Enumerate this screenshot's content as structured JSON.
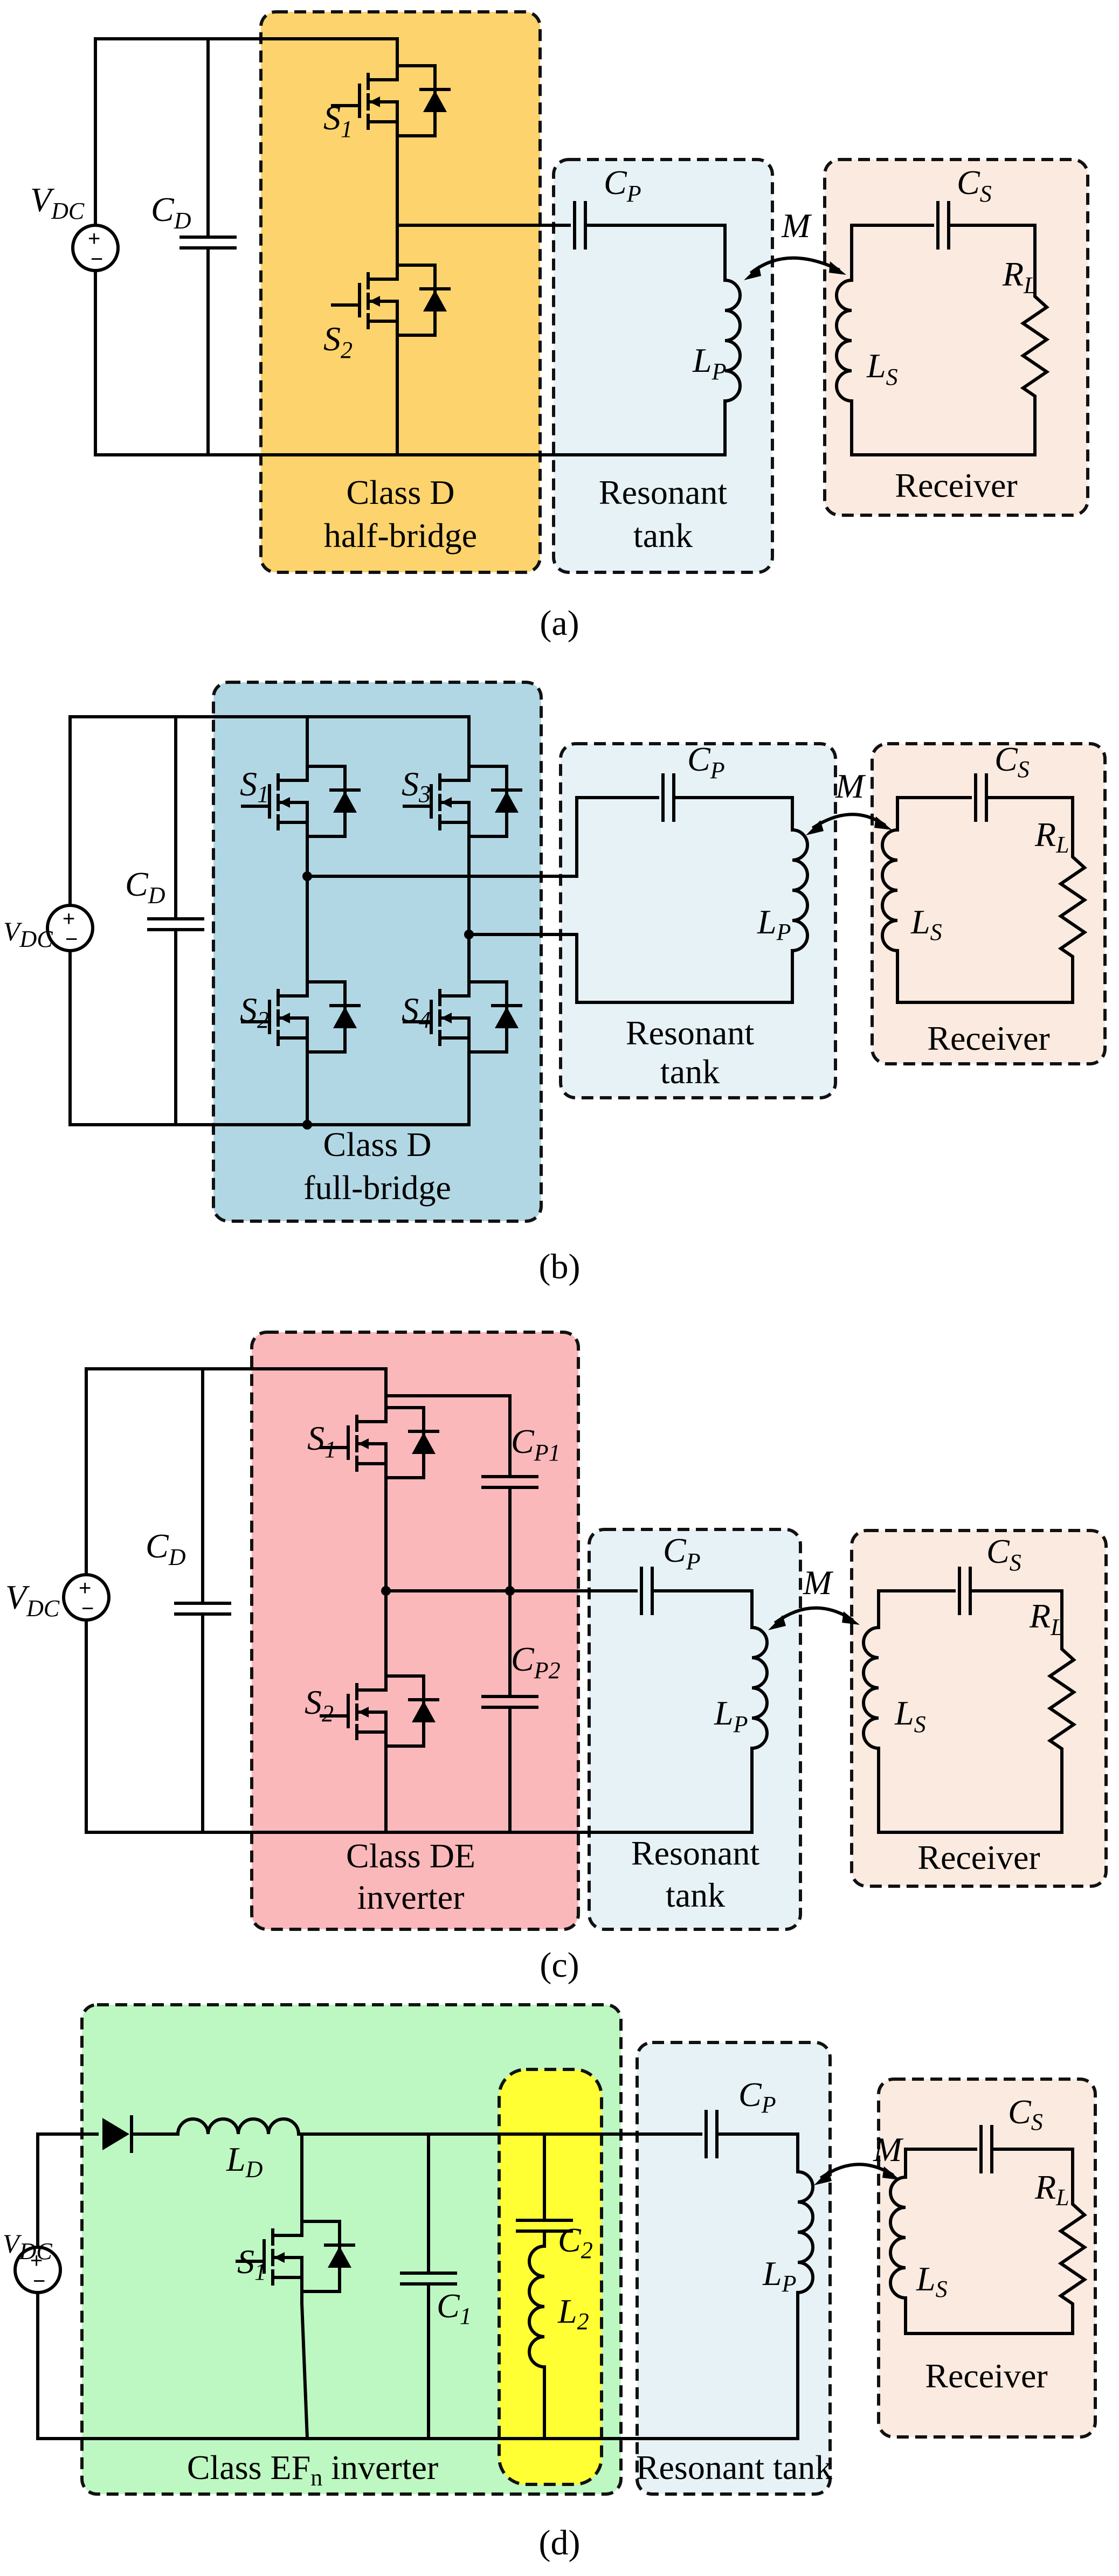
{
  "colors": {
    "class_d_half": "#FCD36C",
    "class_d_full": "#B2D7E4",
    "class_de": "#FBB8BA",
    "class_ef": "#BDF7C1",
    "ef_filter": "#FFFF33",
    "resonant_tank": "#E6F2F6",
    "receiver": "#FAEAE0"
  },
  "panel_a": {
    "caption": "(a)",
    "vdc": {
      "main": "V",
      "sub": "DC"
    },
    "cd": {
      "main": "C",
      "sub": "D"
    },
    "s1": {
      "main": "S",
      "sub": "1"
    },
    "s2": {
      "main": "S",
      "sub": "2"
    },
    "cp": {
      "main": "C",
      "sub": "P"
    },
    "lp": {
      "main": "L",
      "sub": "P"
    },
    "m": "M",
    "cs": {
      "main": "C",
      "sub": "S"
    },
    "ls": {
      "main": "L",
      "sub": "S"
    },
    "rl": {
      "main": "R",
      "sub": "L"
    },
    "inverter_line1": "Class D",
    "inverter_line2": "half-bridge",
    "tank_line1": "Resonant",
    "tank_line2": "tank",
    "receiver": "Receiver"
  },
  "panel_b": {
    "caption": "(b)",
    "vdc": {
      "main": "V",
      "sub": "DC"
    },
    "cd": {
      "main": "C",
      "sub": "D"
    },
    "s1": {
      "main": "S",
      "sub": "1"
    },
    "s2": {
      "main": "S",
      "sub": "2"
    },
    "s3": {
      "main": "S",
      "sub": "3"
    },
    "s4": {
      "main": "S",
      "sub": "4"
    },
    "cp": {
      "main": "C",
      "sub": "P"
    },
    "lp": {
      "main": "L",
      "sub": "P"
    },
    "m": "M",
    "cs": {
      "main": "C",
      "sub": "S"
    },
    "ls": {
      "main": "L",
      "sub": "S"
    },
    "rl": {
      "main": "R",
      "sub": "L"
    },
    "inverter_line1": "Class D",
    "inverter_line2": "full-bridge",
    "tank_line1": "Resonant",
    "tank_line2": "tank",
    "receiver": "Receiver"
  },
  "panel_c": {
    "caption": "(c)",
    "vdc": {
      "main": "V",
      "sub": "DC"
    },
    "cd": {
      "main": "C",
      "sub": "D"
    },
    "s1": {
      "main": "S",
      "sub": "1"
    },
    "s2": {
      "main": "S",
      "sub": "2"
    },
    "cp1": {
      "main": "C",
      "sub": "P1"
    },
    "cp2": {
      "main": "C",
      "sub": "P2"
    },
    "cp": {
      "main": "C",
      "sub": "P"
    },
    "lp": {
      "main": "L",
      "sub": "P"
    },
    "m": "M",
    "cs": {
      "main": "C",
      "sub": "S"
    },
    "ls": {
      "main": "L",
      "sub": "S"
    },
    "rl": {
      "main": "R",
      "sub": "L"
    },
    "inverter_line1": "Class DE",
    "inverter_line2": "inverter",
    "tank_line1": "Resonant",
    "tank_line2": "tank",
    "receiver": "Receiver"
  },
  "panel_d": {
    "caption": "(d)",
    "vdc": {
      "main": "V",
      "sub": "DC"
    },
    "ld": {
      "main": "L",
      "sub": "D"
    },
    "s1": {
      "main": "S",
      "sub": "1"
    },
    "c1": {
      "main": "C",
      "sub": "1"
    },
    "c2": {
      "main": "C",
      "sub": "2"
    },
    "l2": {
      "main": "L",
      "sub": "2"
    },
    "cp": {
      "main": "C",
      "sub": "P"
    },
    "lp": {
      "main": "L",
      "sub": "P"
    },
    "m": "M",
    "cs": {
      "main": "C",
      "sub": "S"
    },
    "ls": {
      "main": "L",
      "sub": "S"
    },
    "rl": {
      "main": "R",
      "sub": "L"
    },
    "inverter_pre": "Class EF",
    "inverter_sub": "n",
    "inverter_post": " inverter",
    "tank": "Resonant tank",
    "receiver": "Receiver"
  }
}
